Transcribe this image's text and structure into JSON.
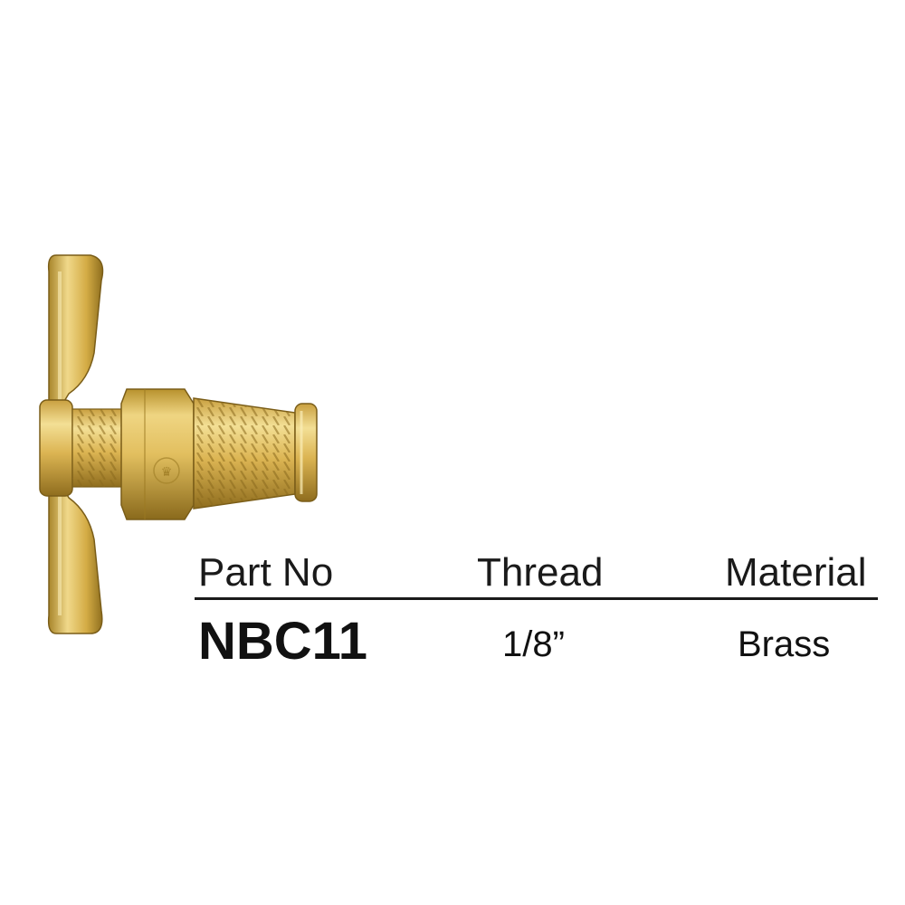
{
  "product": {
    "image_icon": "brass-drain-valve-icon",
    "colors": {
      "brass_light": "#f2dc8a",
      "brass_mid": "#d9b24a",
      "brass_dark": "#9c7a22",
      "text": "#1a1a1a"
    }
  },
  "spec_table": {
    "headers": {
      "part_no": "Part No",
      "thread": "Thread",
      "material": "Material"
    },
    "row": {
      "part_no": "NBC11",
      "thread": "1/8”",
      "material": "Brass"
    }
  }
}
